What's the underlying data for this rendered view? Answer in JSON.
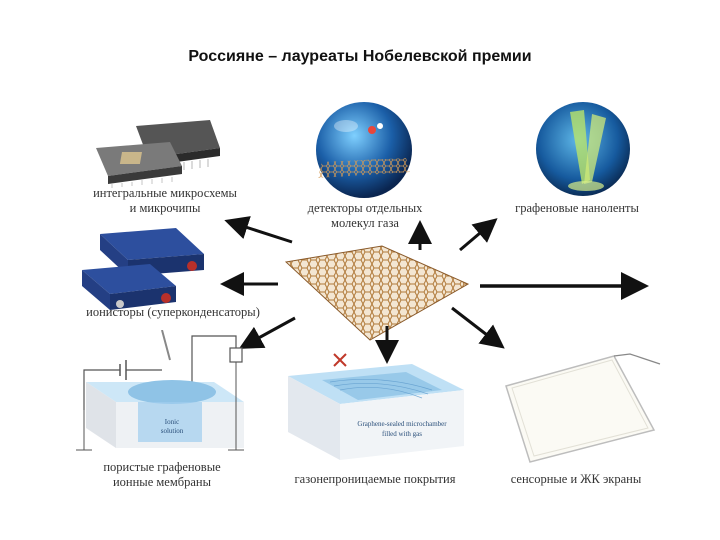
{
  "title": "Россияне – лауреаты Нобелевской премии",
  "labels": {
    "microchips_line1": "интегральные микросхемы",
    "microchips_line2": "и микрочипы",
    "detectors_line1": "детекторы отдельных",
    "detectors_line2": "молекул газа",
    "nanoribbons": "графеновые наноленты",
    "ionistors": "ионисторы (суперконденсаторы)",
    "membranes_line1": "пористые графеновые",
    "membranes_line2": "ионные мембраны",
    "coatings": "газонепроницаемые покрытия",
    "screens": "сенсорные и ЖК экраны"
  },
  "inner_labels": {
    "membrane_line1": "Ionic",
    "membrane_line2": "solution",
    "chamber_line1": "Graphene-sealed microchamber",
    "chamber_line2": "filled with gas"
  },
  "colors": {
    "arrow": "#111111",
    "graphene": "#b07a3a",
    "water": "#8fc3e6",
    "chip_dark": "#3a3a3a",
    "battery_blue": "#1f3f8a"
  }
}
